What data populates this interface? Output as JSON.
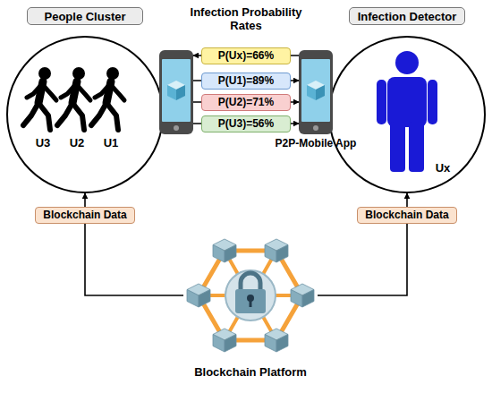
{
  "diagram": {
    "nodes": [
      {
        "text": [
          "People Cluster"
        ]
      },
      {
        "text": [
          "Infection Detector"
        ]
      },
      {
        "text": [
          "U3",
          "U2",
          "U1"
        ]
      },
      {
        "text": [
          "Ux"
        ]
      },
      {
        "text": [
          "Blockchain Platform"
        ]
      }
    ],
    "edges": [
      {
        "from": 3,
        "to": 2,
        "arrow": "to",
        "label": "P(Ux)=66%"
      },
      {
        "from": 2,
        "to": 3,
        "arrow": "to",
        "label": "P(U1)=89%"
      },
      {
        "from": 2,
        "to": 3,
        "arrow": "to",
        "label": "P(U2)=71%"
      },
      {
        "from": 2,
        "to": 3,
        "arrow": "to",
        "label": "P(U3)=56%"
      },
      {
        "from": 4,
        "to": 2,
        "arrow": "to",
        "label": "Blockchain Data"
      },
      {
        "from": 4,
        "to": 3,
        "arrow": "to",
        "label": "Blockchain Data"
      }
    ],
    "labels": [
      "Infection Probability Rates",
      "P2P-Mobile App"
    ]
  }
}
